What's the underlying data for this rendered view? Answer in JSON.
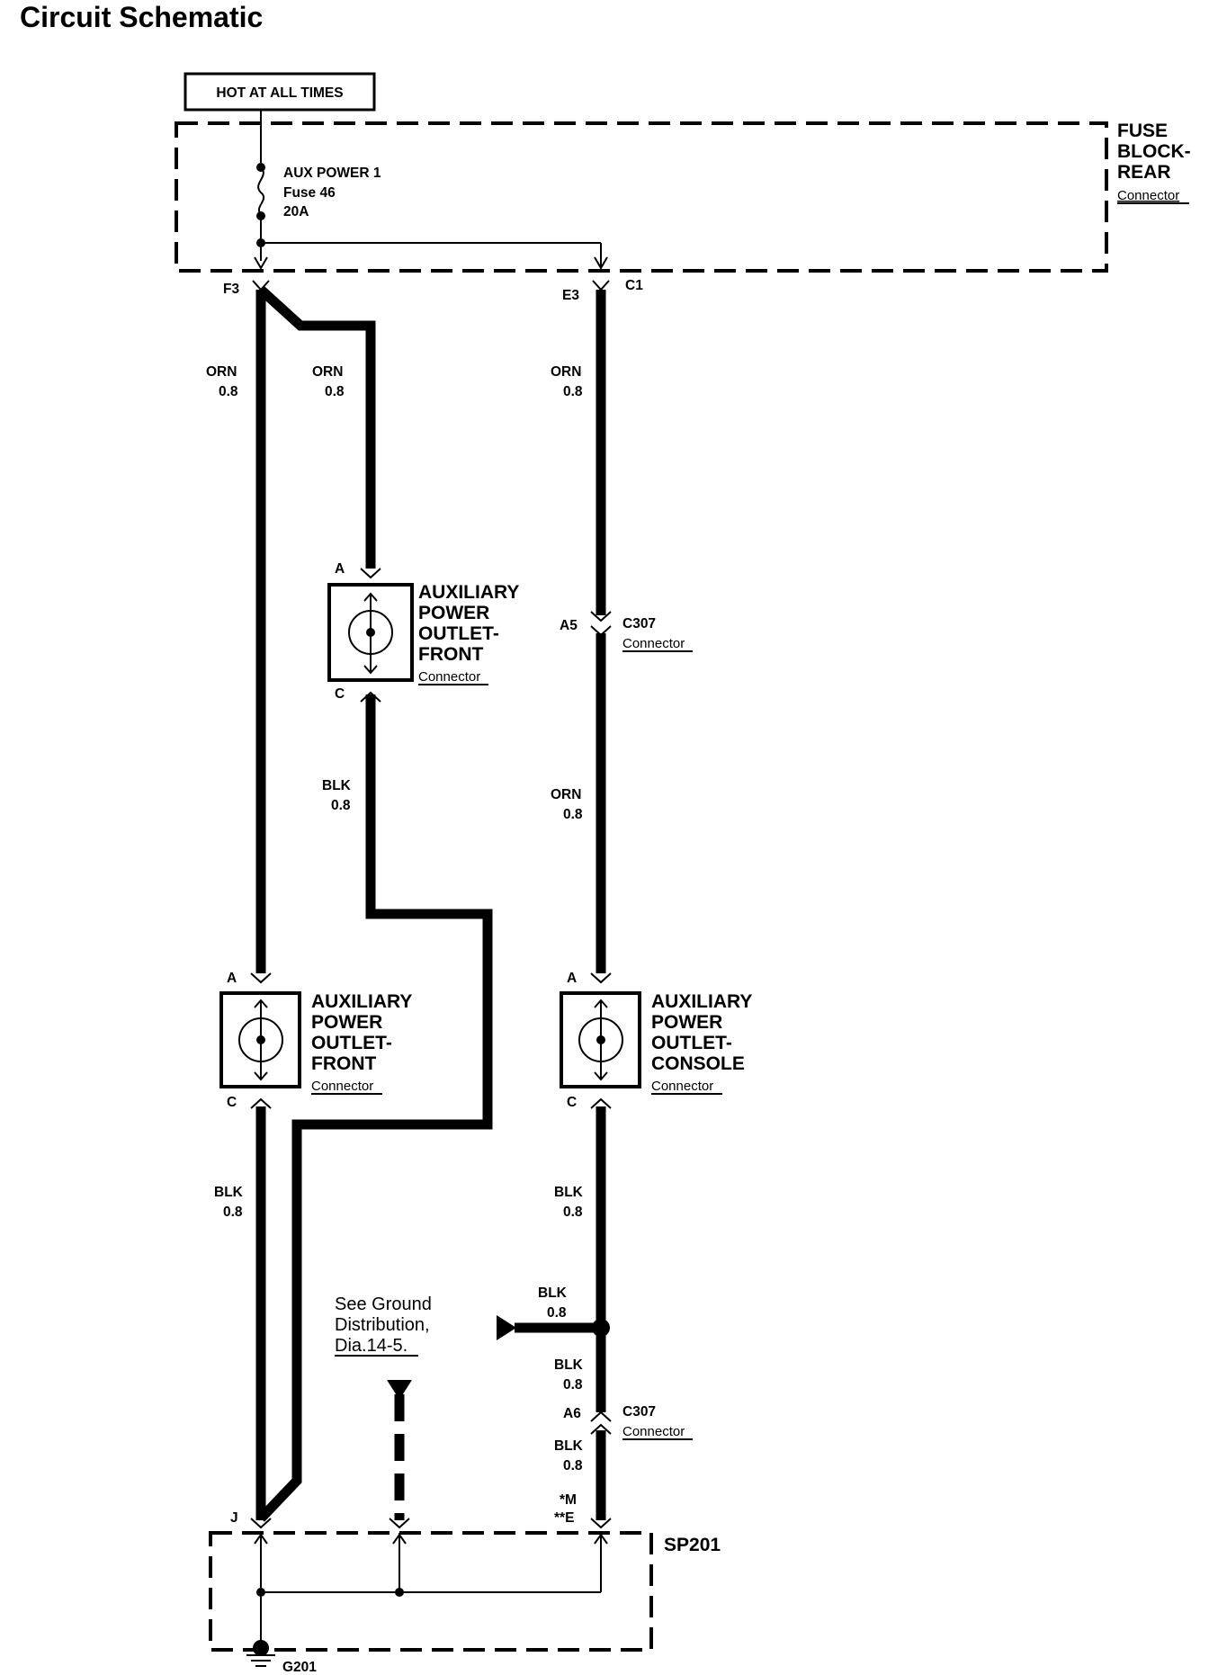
{
  "page": {
    "title": "Circuit Schematic"
  },
  "power": {
    "label": "HOT AT ALL TIMES"
  },
  "fuse_block": {
    "name_line1": "FUSE",
    "name_line2": "BLOCK-",
    "name_line3": "REAR",
    "type": "Connector",
    "fuse_name": "AUX POWER 1",
    "fuse_id": "Fuse 46",
    "fuse_rating": "20A",
    "pin_left": "F3",
    "pin_right_a": "E3",
    "pin_right_b": "C1"
  },
  "wires": {
    "w1": {
      "color": "ORN",
      "gauge": "0.8"
    },
    "w2": {
      "color": "ORN",
      "gauge": "0.8"
    },
    "w3": {
      "color": "ORN",
      "gauge": "0.8"
    },
    "w4": {
      "color": "BLK",
      "gauge": "0.8"
    },
    "w5": {
      "color": "ORN",
      "gauge": "0.8"
    },
    "w6": {
      "color": "BLK",
      "gauge": "0.8"
    },
    "w7": {
      "color": "BLK",
      "gauge": "0.8"
    },
    "w8": {
      "color": "BLK",
      "gauge": "0.8"
    },
    "w9": {
      "color": "BLK",
      "gauge": "0.8"
    },
    "w10": {
      "color": "BLK",
      "gauge": "0.8"
    }
  },
  "outlet_front_upper": {
    "line1": "AUXILIARY",
    "line2": "POWER",
    "line3": "OUTLET-",
    "line4": "FRONT",
    "type": "Connector",
    "pin_top": "A",
    "pin_bottom": "C"
  },
  "outlet_front_lower": {
    "line1": "AUXILIARY",
    "line2": "POWER",
    "line3": "OUTLET-",
    "line4": "FRONT",
    "type": "Connector",
    "pin_top": "A",
    "pin_bottom": "C"
  },
  "outlet_console": {
    "line1": "AUXILIARY",
    "line2": "POWER",
    "line3": "OUTLET-",
    "line4": "CONSOLE",
    "type": "Connector",
    "pin_top": "A",
    "pin_bottom": "C"
  },
  "c307_upper": {
    "name": "C307",
    "type": "Connector",
    "pin": "A5"
  },
  "c307_lower": {
    "name": "C307",
    "type": "Connector",
    "pin": "A6"
  },
  "ground_ref": {
    "line1": "See Ground",
    "line2": "Distribution,",
    "line3": "Dia.14-5."
  },
  "splice": {
    "name": "SP201",
    "pin_left": "J",
    "pin_right_1": "*M",
    "pin_right_2": "**E"
  },
  "ground": {
    "name": "G201"
  }
}
